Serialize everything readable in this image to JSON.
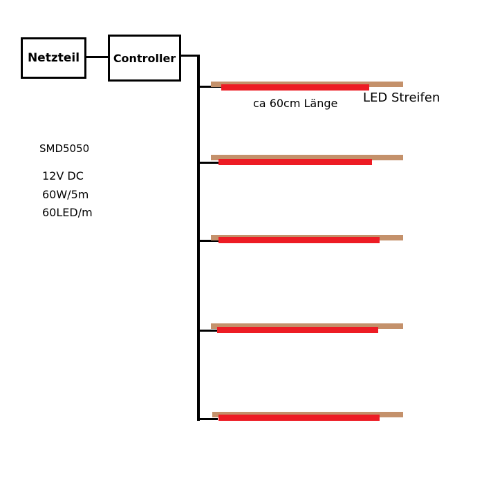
{
  "diagram": {
    "power_supply_label": "Netzteil",
    "controller_label": "Controller",
    "strip_label": "LED Streifen",
    "length_label": "ca 60cm Länge",
    "specs": {
      "type": "SMD5050",
      "voltage": "12V DC",
      "power": "60W/5m",
      "density": "60LED/m"
    }
  }
}
